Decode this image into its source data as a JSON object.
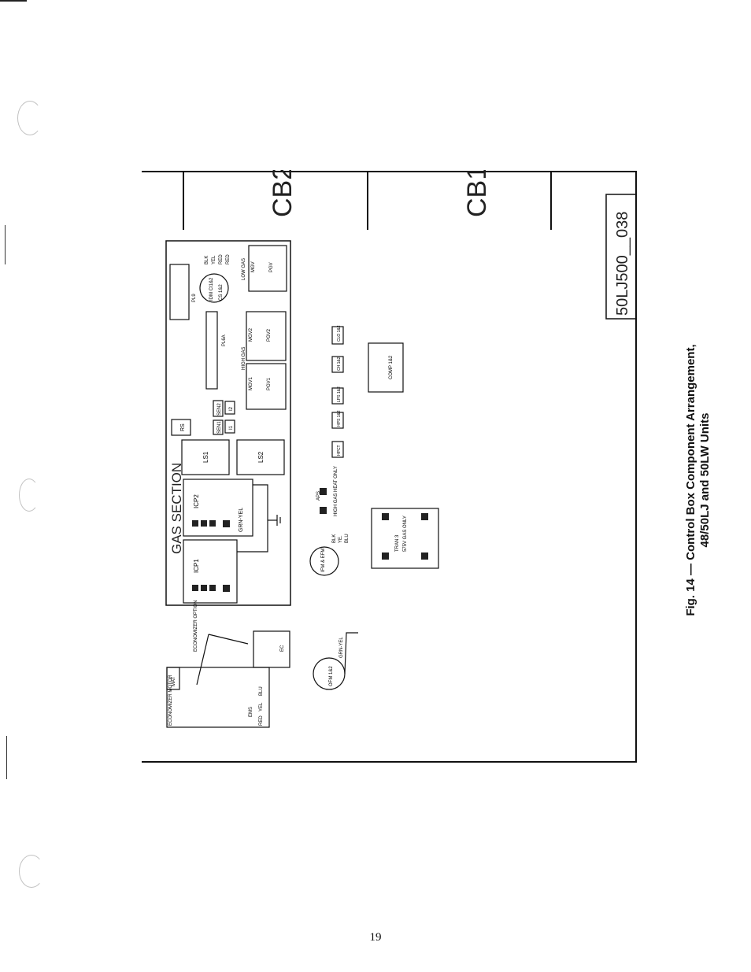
{
  "panels": {
    "cb2": "CB2",
    "cb1": "CB1",
    "drawing_number": "50LJ500__038"
  },
  "gas_section": {
    "title": "GAS SECTION",
    "icp1": "ICP1",
    "icp2": "ICP2",
    "grn_yel": "GRN-YEL",
    "ls1": "LS1",
    "ls2": "LS2",
    "rs": "RS",
    "sen1": "SEN1",
    "sen2": "SEN2",
    "i1": "I1",
    "i2": "I2",
    "pl6a": "PL6A",
    "pl9": "PL9",
    "high_gas": "HIGH GAS",
    "low_gas": "LOW GAS",
    "mgv1": "MGV1",
    "pgv1": "PGV1",
    "mgv2": "MGV2",
    "pgv2": "PGV2",
    "mgv": "MGV",
    "pgv": "PGV",
    "idm_motor": "IDM CI1&2",
    "cs": "CS 1&2",
    "wire_blk": "BLK",
    "wire_yel": "YEL",
    "wire_red1": "RED",
    "wire_red2": "RED"
  },
  "components": {
    "economizer_motor": "ECONOMIZER MOTOR",
    "ems": "EMS",
    "mat": "MAT",
    "ec": "EC",
    "economizer_option": "ECONOMIZER OPTION",
    "wire_red": "RED",
    "wire_yel": "YEL",
    "wire_blu": "BLU",
    "ofm": "OFM 1&2",
    "ofm_grn_yel": "GRN-YEL",
    "ifm": "IFM & EFM",
    "ifm_blk": "BLK",
    "ifm_yel": "YE.",
    "ifm_blu": "BLU",
    "aps": "APS",
    "high_gas_heat": "HIGH GAS HEAT ONLY",
    "tran3": "TRAN 3",
    "tran3_note": "575V GAS ONLY",
    "hpct": "HPCT",
    "hps": "HPS 1&2",
    "lps": "LPS 1&2",
    "ch": "CH 1&2",
    "clo": "CLO 1&2",
    "comp": "COMP 1&2"
  },
  "caption": {
    "line1": "Fig. 14 — Control Box Component Arrangement,",
    "line2": "48/50LJ and 50LW Units"
  },
  "page_number": "19"
}
